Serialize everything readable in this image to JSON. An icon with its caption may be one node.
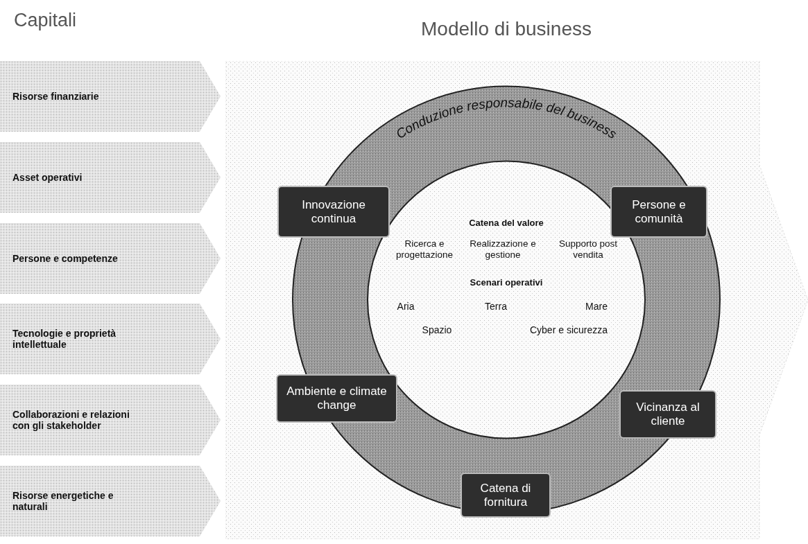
{
  "diagram": {
    "nodes": [
      {
        "text": [
          "Risorse finanziarie"
        ]
      },
      {
        "text": [
          "Asset operativi"
        ]
      },
      {
        "text": [
          "Persone e competenze"
        ]
      },
      {
        "text": [
          "Tecnologie e proprietà intellettuale"
        ]
      },
      {
        "text": [
          "Collaborazioni e relazioni con gli stakeholder"
        ]
      },
      {
        "text": [
          "Risorse energetiche e naturali"
        ]
      },
      {
        "text": [
          "Modello di business"
        ]
      },
      {
        "text": [
          "Conduzione responsabile del business"
        ],
        "in": 6
      },
      {
        "text": [
          "Catena del valore",
          "Ricerca e progettazione",
          "Realizzazione e gestione",
          "Supporto post vendita",
          "Scenari operativi",
          "Aria",
          "Terra",
          "Mare",
          "Spazio",
          "Cyber e sicurezza"
        ],
        "in": 7
      },
      {
        "text": [
          "Innovazione continua"
        ],
        "in": 6
      },
      {
        "text": [
          "Persone e comunità"
        ],
        "in": 7
      },
      {
        "text": [
          "Ambiente e climate change"
        ],
        "in": 6
      },
      {
        "text": [
          "Vicinanza al cliente"
        ],
        "in": 7
      },
      {
        "text": [
          "Catena di fornitura"
        ],
        "in": 6
      }
    ],
    "edges": [],
    "labels": [
      "Capitali"
    ]
  }
}
